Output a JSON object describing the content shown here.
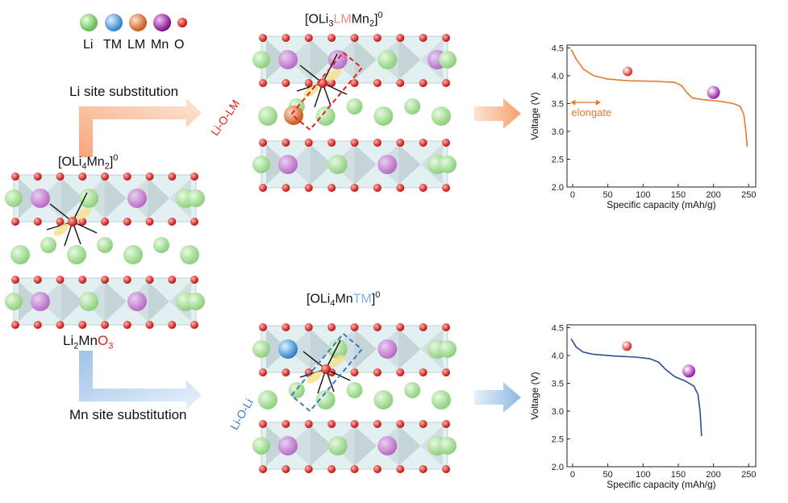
{
  "legend": {
    "items": [
      {
        "label": "Li",
        "color": "#7fd36a"
      },
      {
        "label": "TM",
        "color": "#4a9be0"
      },
      {
        "label": "LM",
        "color": "#e8782c"
      },
      {
        "label": "Mn",
        "color": "#9a1aa8"
      },
      {
        "label": "O",
        "color": "#e0201f"
      }
    ]
  },
  "labels": {
    "li_substitution": "Li site substitution",
    "mn_substitution": "Mn site substitution",
    "top_formula": {
      "a": "[OLi",
      "b": "3",
      "c": "LM",
      "d": "Mn",
      "e": "2",
      "f": "]",
      "g": "0"
    },
    "left_formula": {
      "a": "[OLi",
      "b": "4",
      "c": "Mn",
      "d": "2",
      "e": "]",
      "f": "0"
    },
    "bottom_formula": {
      "a": "[OLi",
      "b": "4",
      "c": "Mn",
      "d": "TM",
      "e": "]",
      "f": "0"
    },
    "li2mno3": {
      "a": "Li",
      "b": "2",
      "c": "Mn",
      "d": "O",
      "e": "3"
    },
    "li_o_lm": "Li-O-LM",
    "li_o_li": "Li-O-Li",
    "elongate": "elongate"
  },
  "chart_data": [
    {
      "type": "line",
      "color": "#e8782c",
      "xlabel": "Specific capacity (mAh/g)",
      "ylabel": "Voltage (V)",
      "xlim": [
        -8,
        260
      ],
      "ylim": [
        2.0,
        4.55
      ],
      "xticks": [
        0,
        50,
        100,
        150,
        200,
        250
      ],
      "yticks": [
        2.0,
        2.5,
        3.0,
        3.5,
        4.0,
        4.5
      ],
      "points": [
        [
          -2,
          4.47
        ],
        [
          5,
          4.3
        ],
        [
          15,
          4.12
        ],
        [
          30,
          4.0
        ],
        [
          50,
          3.94
        ],
        [
          80,
          3.91
        ],
        [
          120,
          3.9
        ],
        [
          145,
          3.88
        ],
        [
          155,
          3.82
        ],
        [
          162,
          3.7
        ],
        [
          170,
          3.6
        ],
        [
          185,
          3.57
        ],
        [
          210,
          3.54
        ],
        [
          228,
          3.5
        ],
        [
          238,
          3.45
        ],
        [
          243,
          3.3
        ],
        [
          246,
          3.0
        ],
        [
          248,
          2.72
        ]
      ],
      "markers": [
        {
          "x": 78,
          "y": 4.08,
          "color": "#e0201f"
        },
        {
          "x": 200,
          "y": 3.7,
          "color": "#9a1aa8"
        }
      ],
      "annotation": {
        "text": "elongate",
        "x_from": -3,
        "x_to": 40,
        "y": 3.52
      }
    },
    {
      "type": "line",
      "color": "#2a4f9a",
      "xlabel": "Specific capacity (mAh/g)",
      "ylabel": "Voltage (V)",
      "xlim": [
        -8,
        260
      ],
      "ylim": [
        2.0,
        4.55
      ],
      "xticks": [
        0,
        50,
        100,
        150,
        200,
        250
      ],
      "yticks": [
        2.0,
        2.5,
        3.0,
        3.5,
        4.0,
        4.5
      ],
      "points": [
        [
          -2,
          4.3
        ],
        [
          5,
          4.15
        ],
        [
          15,
          4.06
        ],
        [
          30,
          4.02
        ],
        [
          60,
          3.99
        ],
        [
          90,
          3.97
        ],
        [
          110,
          3.94
        ],
        [
          122,
          3.88
        ],
        [
          132,
          3.75
        ],
        [
          145,
          3.62
        ],
        [
          160,
          3.54
        ],
        [
          172,
          3.45
        ],
        [
          178,
          3.3
        ],
        [
          181,
          3.0
        ],
        [
          183,
          2.55
        ]
      ],
      "markers": [
        {
          "x": 77,
          "y": 4.17,
          "color": "#e0201f"
        },
        {
          "x": 165,
          "y": 3.72,
          "color": "#9a1aa8"
        }
      ]
    }
  ]
}
